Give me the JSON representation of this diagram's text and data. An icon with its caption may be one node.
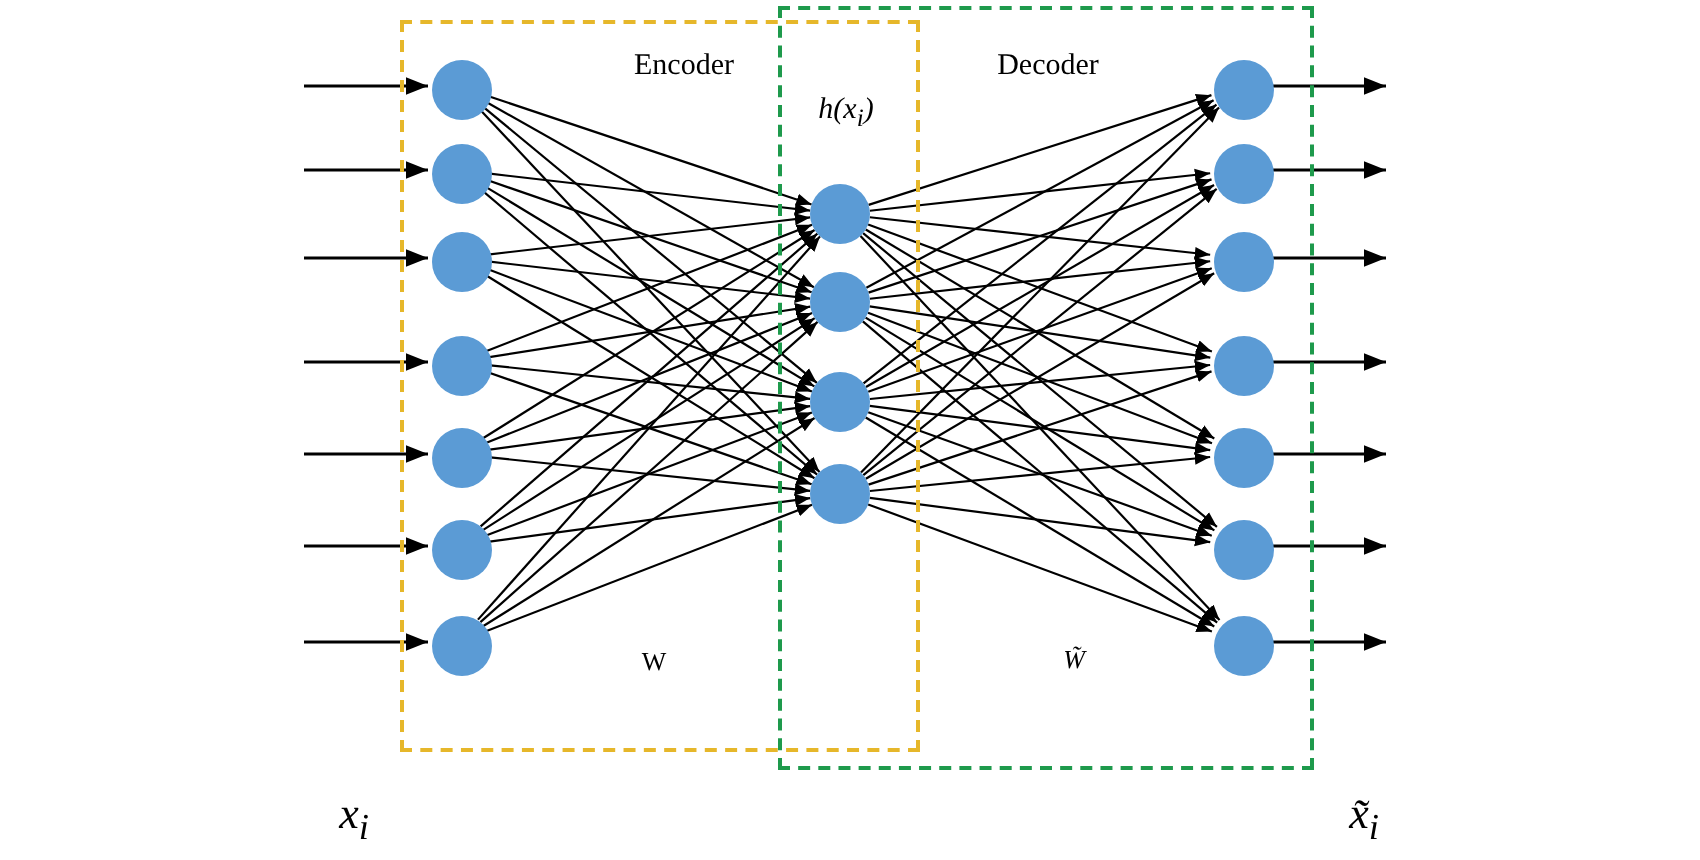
{
  "diagram": {
    "nodes": [
      {
        "text": [
          "Encoder",
          "W"
        ]
      },
      {
        "text": [
          "Decoder",
          "W̃"
        ]
      },
      {
        "text": [],
        "shape": "circle",
        "in": 0
      },
      {
        "text": [],
        "shape": "circle",
        "in": 0
      },
      {
        "text": [],
        "shape": "circle",
        "in": 0
      },
      {
        "text": [],
        "shape": "circle",
        "in": 0
      },
      {
        "text": [],
        "shape": "circle",
        "in": 0
      },
      {
        "text": [],
        "shape": "circle",
        "in": 0
      },
      {
        "text": [],
        "shape": "circle",
        "in": 0
      },
      {
        "text": [],
        "shape": "circle"
      },
      {
        "text": [],
        "shape": "circle"
      },
      {
        "text": [],
        "shape": "circle"
      },
      {
        "text": [],
        "shape": "circle"
      },
      {
        "text": [],
        "shape": "circle",
        "in": 1
      },
      {
        "text": [],
        "shape": "circle",
        "in": 1
      },
      {
        "text": [],
        "shape": "circle",
        "in": 1
      },
      {
        "text": [],
        "shape": "circle",
        "in": 1
      },
      {
        "text": [],
        "shape": "circle",
        "in": 1
      },
      {
        "text": [],
        "shape": "circle",
        "in": 1
      },
      {
        "text": [],
        "shape": "circle",
        "in": 1
      }
    ],
    "edges": [
      {
        "from": null,
        "to": 2,
        "arrow": "to"
      },
      {
        "from": null,
        "to": 3,
        "arrow": "to"
      },
      {
        "from": null,
        "to": 4,
        "arrow": "to"
      },
      {
        "from": null,
        "to": 5,
        "arrow": "to"
      },
      {
        "from": null,
        "to": 6,
        "arrow": "to"
      },
      {
        "from": null,
        "to": 7,
        "arrow": "to"
      },
      {
        "from": null,
        "to": 8,
        "arrow": "to"
      },
      {
        "from": 2,
        "to": 9,
        "arrow": "to"
      },
      {
        "from": 2,
        "to": 10,
        "arrow": "to"
      },
      {
        "from": 2,
        "to": 11,
        "arrow": "to"
      },
      {
        "from": 2,
        "to": 12,
        "arrow": "to"
      },
      {
        "from": 3,
        "to": 9,
        "arrow": "to"
      },
      {
        "from": 3,
        "to": 10,
        "arrow": "to"
      },
      {
        "from": 3,
        "to": 11,
        "arrow": "to"
      },
      {
        "from": 3,
        "to": 12,
        "arrow": "to"
      },
      {
        "from": 4,
        "to": 9,
        "arrow": "to"
      },
      {
        "from": 4,
        "to": 10,
        "arrow": "to"
      },
      {
        "from": 4,
        "to": 11,
        "arrow": "to"
      },
      {
        "from": 4,
        "to": 12,
        "arrow": "to"
      },
      {
        "from": 5,
        "to": 9,
        "arrow": "to"
      },
      {
        "from": 5,
        "to": 10,
        "arrow": "to"
      },
      {
        "from": 5,
        "to": 11,
        "arrow": "to"
      },
      {
        "from": 5,
        "to": 12,
        "arrow": "to"
      },
      {
        "from": 6,
        "to": 9,
        "arrow": "to"
      },
      {
        "from": 6,
        "to": 10,
        "arrow": "to"
      },
      {
        "from": 6,
        "to": 11,
        "arrow": "to"
      },
      {
        "from": 6,
        "to": 12,
        "arrow": "to"
      },
      {
        "from": 7,
        "to": 9,
        "arrow": "to"
      },
      {
        "from": 7,
        "to": 10,
        "arrow": "to"
      },
      {
        "from": 7,
        "to": 11,
        "arrow": "to"
      },
      {
        "from": 7,
        "to": 12,
        "arrow": "to"
      },
      {
        "from": 8,
        "to": 9,
        "arrow": "to"
      },
      {
        "from": 8,
        "to": 10,
        "arrow": "to"
      },
      {
        "from": 8,
        "to": 11,
        "arrow": "to"
      },
      {
        "from": 8,
        "to": 12,
        "arrow": "to"
      },
      {
        "from": 9,
        "to": 13,
        "arrow": "to"
      },
      {
        "from": 9,
        "to": 14,
        "arrow": "to"
      },
      {
        "from": 9,
        "to": 15,
        "arrow": "to"
      },
      {
        "from": 9,
        "to": 16,
        "arrow": "to"
      },
      {
        "from": 9,
        "to": 17,
        "arrow": "to"
      },
      {
        "from": 9,
        "to": 18,
        "arrow": "to"
      },
      {
        "from": 9,
        "to": 19,
        "arrow": "to"
      },
      {
        "from": 10,
        "to": 13,
        "arrow": "to"
      },
      {
        "from": 10,
        "to": 14,
        "arrow": "to"
      },
      {
        "from": 10,
        "to": 15,
        "arrow": "to"
      },
      {
        "from": 10,
        "to": 16,
        "arrow": "to"
      },
      {
        "from": 10,
        "to": 17,
        "arrow": "to"
      },
      {
        "from": 10,
        "to": 18,
        "arrow": "to"
      },
      {
        "from": 10,
        "to": 19,
        "arrow": "to"
      },
      {
        "from": 11,
        "to": 13,
        "arrow": "to"
      },
      {
        "from": 11,
        "to": 14,
        "arrow": "to"
      },
      {
        "from": 11,
        "to": 15,
        "arrow": "to"
      },
      {
        "from": 11,
        "to": 16,
        "arrow": "to"
      },
      {
        "from": 11,
        "to": 17,
        "arrow": "to"
      },
      {
        "from": 11,
        "to": 18,
        "arrow": "to"
      },
      {
        "from": 11,
        "to": 19,
        "arrow": "to"
      },
      {
        "from": 12,
        "to": 13,
        "arrow": "to"
      },
      {
        "from": 12,
        "to": 14,
        "arrow": "to"
      },
      {
        "from": 12,
        "to": 15,
        "arrow": "to"
      },
      {
        "from": 12,
        "to": 16,
        "arrow": "to"
      },
      {
        "from": 12,
        "to": 17,
        "arrow": "to"
      },
      {
        "from": 12,
        "to": 18,
        "arrow": "to"
      },
      {
        "from": 12,
        "to": 19,
        "arrow": "to"
      },
      {
        "from": 13,
        "to": null,
        "arrow": "to"
      },
      {
        "from": 14,
        "to": null,
        "arrow": "to"
      },
      {
        "from": 15,
        "to": null,
        "arrow": "to"
      },
      {
        "from": 16,
        "to": null,
        "arrow": "to"
      },
      {
        "from": 17,
        "to": null,
        "arrow": "to"
      },
      {
        "from": 18,
        "to": null,
        "arrow": "to"
      },
      {
        "from": 19,
        "to": null,
        "arrow": "to"
      }
    ],
    "labels": [
      "h(x$_{i}$)",
      "x$_{i}$",
      "x̃$_{i}$"
    ]
  }
}
